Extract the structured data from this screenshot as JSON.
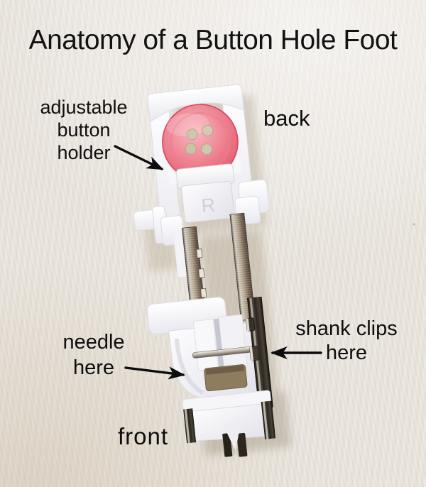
{
  "title": "Anatomy of a Button Hole Foot",
  "annotations": {
    "adjustable_button_holder": {
      "lines": [
        "adjustable",
        "button",
        "holder"
      ]
    },
    "back": "back",
    "needle_here": {
      "lines": [
        "needle",
        "here"
      ]
    },
    "shank_clips_here": {
      "lines": [
        "shank clips",
        "here"
      ]
    },
    "front": "front"
  },
  "foot": {
    "marking": "R"
  },
  "colors": {
    "background": "#e9e4dd",
    "annotation_text": "#0e0e0e",
    "button_pink": "#ee7485",
    "plastic_white": "#f7f6f9",
    "metal_bronze": "#a08f7a",
    "dark_metal": "#2b2620"
  }
}
